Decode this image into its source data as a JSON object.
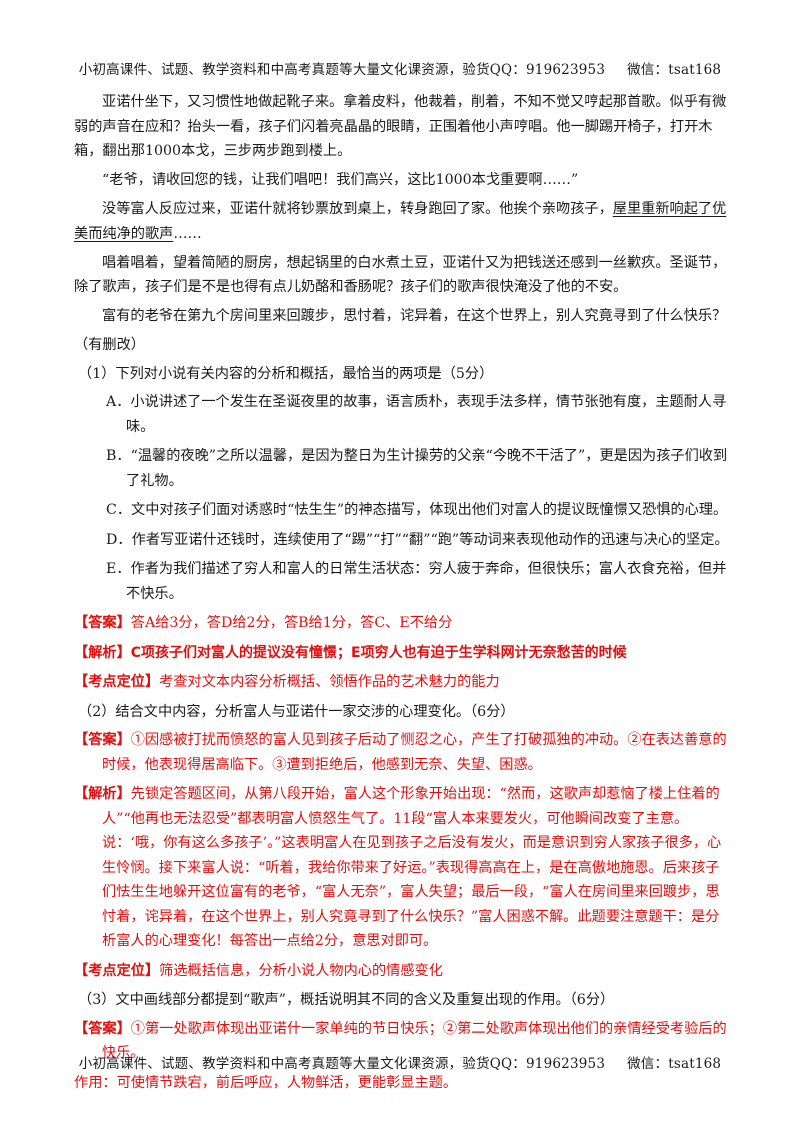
{
  "header": {
    "text": "小初高课件、试题、教学资料和中高考真题等大量文化课资源，验货QQ：919623953",
    "wechat": "微信：tsat168"
  },
  "story": {
    "p1": "亚诺什坐下，又习惯性地做起靴子来。拿着皮料，他裁着，削着，不知不觉又哼起那首歌。似乎有微弱的声音在应和？抬头一看，孩子们闪着亮晶晶的眼睛，正围着他小声哼唱。他一脚踢开椅子，打开木箱，翻出那1000本戈，三步两步跑到楼上。",
    "p2": "“老爷，请收回您的钱，让我们唱吧！我们高兴，这比1000本戈重要啊……”",
    "p3_pre": "没等富人反应过来，亚诺什就将钞票放到桌上，转身跑回了家。他挨个亲吻孩子，",
    "p3_underline": "屋里重新响起了优美而纯净的歌声",
    "p3_post": "……",
    "p4": "唱着唱着，望着简陋的厨房，想起锅里的白水煮土豆，亚诺什又为把钱送还感到一丝歉疚。圣诞节，除了歌声，孩子们是不是也得有点儿奶酪和香肠呢？孩子们的歌声很快淹没了他的不安。",
    "p5": "富有的老爷在第九个房间里来回踱步，思忖着，诧异着，在这个世界上，别人究竟寻到了什么快乐？",
    "note": "（有删改）"
  },
  "q1": {
    "question": "（1）下列对小说有关内容的分析和概括，最恰当的两项是（5分）",
    "options": [
      "A．小说讲述了一个发生在圣诞夜里的故事，语言质朴，表现手法多样，情节张弛有度，主题耐人寻味。",
      "B．“温馨的夜晚”之所以温馨，是因为整日为生计操劳的父亲“今晚不干活了”，更是因为孩子们收到了礼物。",
      "C．文中对孩子们面对诱惑时“怯生生”的神态描写，体现出他们对富人的提议既憧憬又恐惧的心理。",
      "D．作者写亚诺什还钱时，连续使用了“踢”“打”“翻”“跑”等动词来表现他动作的迅速与决心的坚定。",
      "E．作者为我们描述了穷人和富人的日常生活状态：穷人疲于奔命，但很快乐；富人衣食充裕，但并不快乐。"
    ],
    "answer_tag": "【答案】",
    "answer": "答A给3分，答D给2分，答B给1分，答C、E不给分",
    "analysis_tag": "【解析】",
    "analysis": "C项孩子们对富人的提议没有憧憬；E项穷人也有迫于生学科网计无奈愁苦的时候",
    "point_tag": "【考点定位】",
    "point": "考查对文本内容分析概括、领悟作品的艺术魅力的能力"
  },
  "q2": {
    "question": "（2）结合文中内容，分析富人与亚诺什一家交涉的心理变化。（6分）",
    "answer_tag": "【答案】",
    "answer": "①因感被打扰而愤怒的富人见到孩子后动了恻忍之心，产生了打破孤独的冲动。②在表达善意的时候，他表现得居高临下。③遭到拒绝后，他感到无奈、失望、困惑。",
    "analysis_tag": "【解析】",
    "analysis": "先锁定答题区间，从第八段开始，富人这个形象开始出现：“然而，这歌声却惹恼了楼上住着的人”“他再也无法忍受”都表明富人愤怒生气了。11段“富人本来要发火，可他瞬间改变了主意。说：‘哦，你有这么多孩子’。”这表明富人在见到孩子之后没有发火，而是意识到穷人家孩子很多，心生怜悯。接下来富人说：“听着，我给你带来了好运。”表现得高高在上，是在高傲地施恩。后来孩子们怯生生地躲开这位富有的老爷，“富人无奈”，富人失望；最后一段，“富人在房间里来回踱步，思忖着，诧异着，在这个世界上，别人究竟寻到了什么快乐？”富人困惑不解。此题要注意题干：是分析富人的心理变化！每答出一点给2分，意思对即可。",
    "point_tag": "【考点定位】",
    "point": "筛选概括信息，分析小说人物内心的情感变化"
  },
  "q3": {
    "question": "（3）文中画线部分都提到“歌声”，概括说明其不同的含义及重复出现的作用。（6分）",
    "answer_tag": "【答案】",
    "answer": "①第一处歌声体现出亚诺什一家单纯的节日快乐；②第二处歌声体现出他们的亲情经受考验后的快乐。",
    "effect": "作用：可使情节跌宕，前后呼应，人物鲜活，更能彰显主题。"
  },
  "footer": {
    "text": "小初高课件、试题、教学资料和中高考真题等大量文化课资源，验货QQ：919623953",
    "wechat": "微信：tsat168"
  },
  "colors": {
    "answer_red": "#e01010",
    "text": "#1a1a1a"
  }
}
